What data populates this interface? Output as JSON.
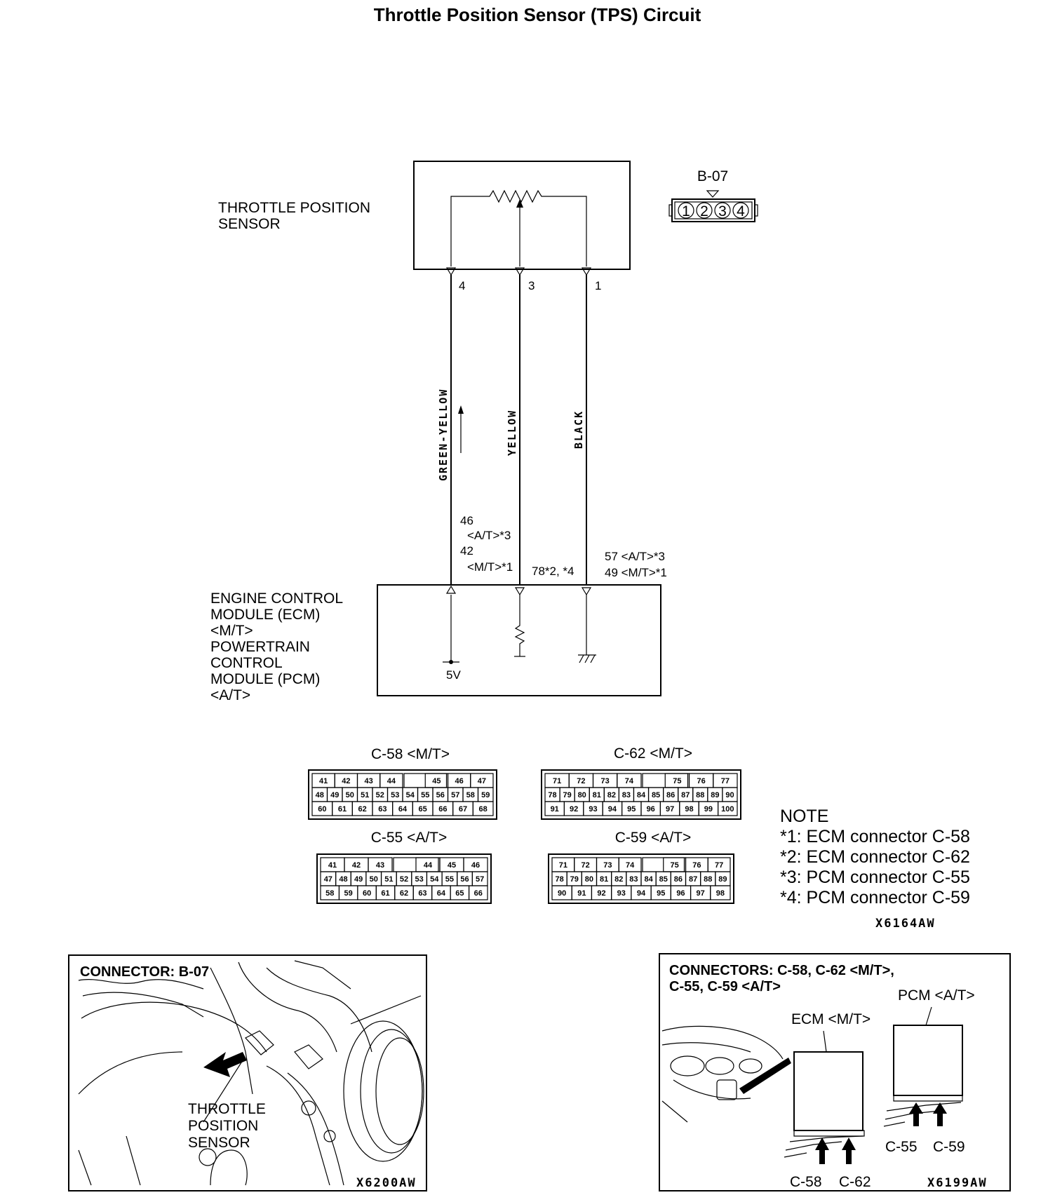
{
  "title": "Throttle Position Sensor (TPS) Circuit",
  "sensor": {
    "label_line1": "THROTTLE POSITION",
    "label_line2": "SENSOR",
    "connector_id": "B-07",
    "connector_pins": [
      "1",
      "2",
      "3",
      "4"
    ],
    "pin_4": "4",
    "pin_3": "3",
    "pin_1": "1"
  },
  "wires": {
    "wire_1": "GREEN-YELLOW",
    "wire_2": "YELLOW",
    "wire_3": "BLACK"
  },
  "terminals": {
    "t46": "46",
    "t46_sub": "<A/T>*3",
    "t42": "42",
    "t42_sub": "<M/T>*1",
    "t78": "78*2, *4",
    "t57": "57 <A/T>*3",
    "t49": "49 <M/T>*1"
  },
  "module": {
    "lines": [
      "ENGINE CONTROL",
      "MODULE (ECM)",
      "<M/T>",
      "POWERTRAIN",
      "CONTROL",
      "MODULE (PCM)",
      " <A/T>"
    ],
    "supply": "5V"
  },
  "connectors": {
    "c58": {
      "label": "C-58 <M/T>",
      "rows": [
        [
          "41",
          "42",
          "43",
          "44",
          "",
          "45",
          "46",
          "47"
        ],
        [
          "48",
          "49",
          "50",
          "51",
          "52",
          "53",
          "54",
          "55",
          "56",
          "57",
          "58",
          "59"
        ],
        [
          "60",
          "61",
          "62",
          "63",
          "64",
          "65",
          "66",
          "67",
          "68"
        ]
      ]
    },
    "c62": {
      "label": "C-62 <M/T>",
      "rows": [
        [
          "71",
          "72",
          "73",
          "74",
          "",
          "75",
          "76",
          "77"
        ],
        [
          "78",
          "79",
          "80",
          "81",
          "82",
          "83",
          "84",
          "85",
          "86",
          "87",
          "88",
          "89",
          "90"
        ],
        [
          "91",
          "92",
          "93",
          "94",
          "95",
          "96",
          "97",
          "98",
          "99",
          "100"
        ]
      ]
    },
    "c55": {
      "label": "C-55 <A/T>",
      "rows": [
        [
          "41",
          "42",
          "43",
          "",
          "44",
          "45",
          "46"
        ],
        [
          "47",
          "48",
          "49",
          "50",
          "51",
          "52",
          "53",
          "54",
          "55",
          "56",
          "57"
        ],
        [
          "58",
          "59",
          "60",
          "61",
          "62",
          "63",
          "64",
          "65",
          "66"
        ]
      ]
    },
    "c59": {
      "label": "C-59 <A/T>",
      "rows": [
        [
          "71",
          "72",
          "73",
          "74",
          "",
          "75",
          "76",
          "77"
        ],
        [
          "78",
          "79",
          "80",
          "81",
          "82",
          "83",
          "84",
          "85",
          "86",
          "87",
          "88",
          "89"
        ],
        [
          "90",
          "91",
          "92",
          "93",
          "94",
          "95",
          "96",
          "97",
          "98"
        ]
      ]
    }
  },
  "note": {
    "heading": "NOTE",
    "items": [
      "*1: ECM connector C-58",
      "*2: ECM connector C-62",
      "*3: PCM connector C-55",
      "*4: PCM connector C-59"
    ],
    "code": "X6164AW"
  },
  "panel_left": {
    "title": "CONNECTOR: B-07",
    "label_line1": "THROTTLE",
    "label_line2": "POSITION",
    "label_line3": "SENSOR",
    "code": "X6200AW"
  },
  "panel_right": {
    "title_line1": "CONNECTORS: C-58, C-62 <M/T>,",
    "title_line2": "C-55, C-59 <A/T>",
    "ecm": "ECM <M/T>",
    "pcm": "PCM <A/T>",
    "c55": "C-55",
    "c59": "C-59",
    "c58": "C-58",
    "c62": "C-62",
    "code": "X6199AW"
  }
}
